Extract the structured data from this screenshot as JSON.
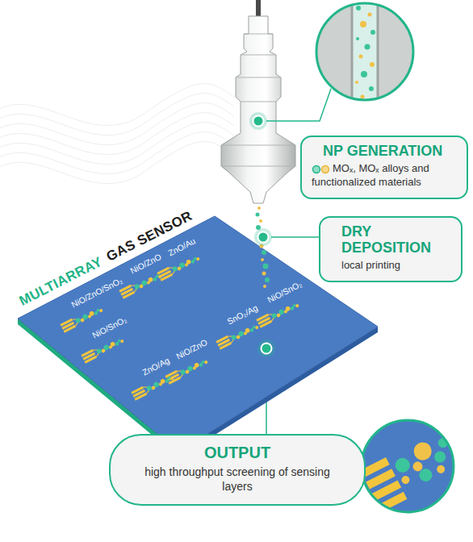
{
  "diagram": {
    "nodes": [
      {
        "text": [
          "NP GENERATION",
          "MOₓ, MOₓ alloys and functionalized materials"
        ]
      },
      {
        "text": [
          "DRY DEPOSITION",
          "local printing"
        ]
      },
      {
        "text": [
          "OUTPUT",
          "high throughput screening of sensing layers"
        ]
      }
    ],
    "labels": [
      "MULTIARRAY",
      "GAS SENSOR",
      "ZnO/Au",
      "NiO/ZnO",
      "NiO/ZnO/SnO₂",
      "NiO/SnO₂",
      "SnO₂/Ag",
      "NiO/SnO₂",
      "NiO/ZnO",
      "ZnO/Ag"
    ]
  }
}
